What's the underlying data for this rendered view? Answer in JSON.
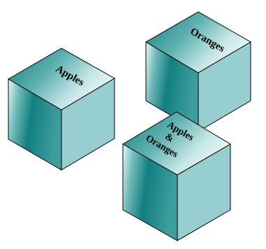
{
  "colors": {
    "face_light": "#eaf6f6",
    "face_teal": "#5fb0b0",
    "face_dark": "#137f80",
    "side_face": "#98cecf",
    "edge": "#000000",
    "background": "#ffffff"
  },
  "cubes": [
    {
      "id": "apples",
      "label_lines": [
        "Apples"
      ]
    },
    {
      "id": "oranges",
      "label_lines": [
        "Oranges"
      ]
    },
    {
      "id": "apples-and-oranges",
      "label_lines": [
        "Apples",
        "&",
        "Oranges"
      ]
    }
  ]
}
